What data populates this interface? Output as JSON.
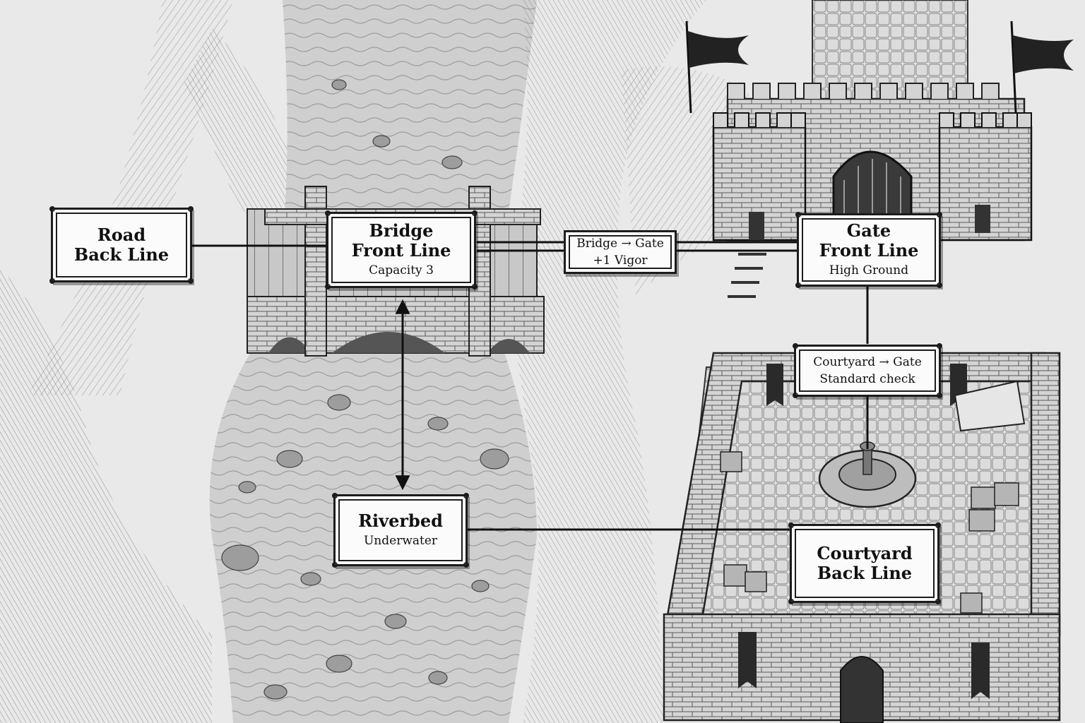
{
  "zones": {
    "road": {
      "title_line1": "Road",
      "title_line2": "Back Line"
    },
    "bridge": {
      "title_line1": "Bridge",
      "title_line2": "Front Line",
      "subtitle": "Capacity 3"
    },
    "gate": {
      "title_line1": "Gate",
      "title_line2": "Front Line",
      "subtitle": "High Ground"
    },
    "riverbed": {
      "title": "Riverbed",
      "subtitle": "Underwater"
    },
    "courtyard": {
      "title_line1": "Courtyard",
      "title_line2": "Back Line"
    }
  },
  "connections": {
    "bridge_to_gate": {
      "label_line1": "Bridge → Gate",
      "label_line2": "+1 Vigor"
    },
    "courtyard_to_gate": {
      "label_line1": "Courtyard → Gate",
      "label_line2": "Standard check"
    }
  },
  "icons": {
    "banner": "pennant-flag-icon",
    "tower": "castle-tower-icon",
    "fountain": "fountain-icon"
  },
  "colors": {
    "ink": "#1c1c1c",
    "parchment": "#e9e9e9",
    "label_bg": "#fbfbfb"
  }
}
